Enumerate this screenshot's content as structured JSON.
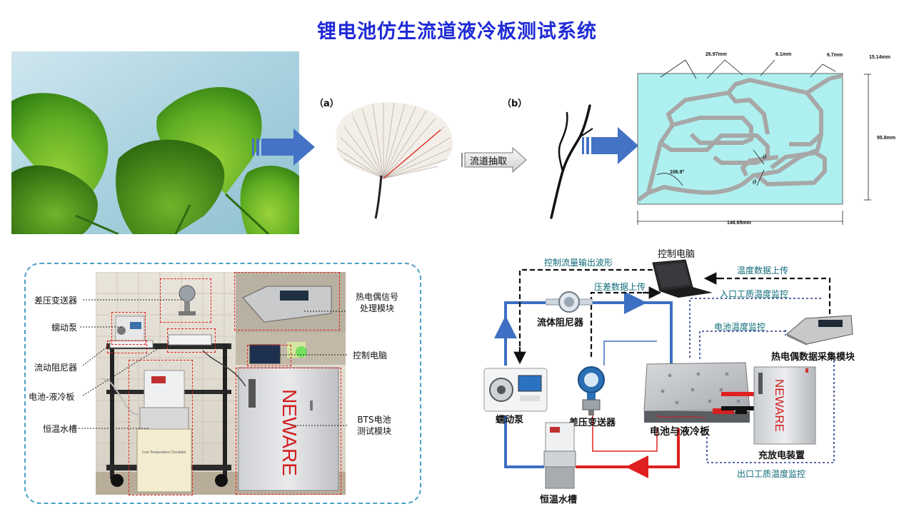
{
  "title": "锂电池仿生流道液冷板测试系统",
  "top_panel": {
    "label_a": "（a）",
    "label_b": "（b）",
    "extract_label": "流道抽取",
    "dimensions": {
      "d1": "26.97mm",
      "d2": "6.1mm",
      "d3": "6.7mm",
      "d4": "15.14mm",
      "height": "95.8mm",
      "width": "148.65mm",
      "angle": "106.9°",
      "theta1": "θ",
      "theta2": "θ"
    }
  },
  "photo_panel": {
    "left_labels": [
      "差压变送器",
      "蠕动泵",
      "流动阻尼器",
      "电池-液冷板",
      "恒温水槽"
    ],
    "right_labels": [
      "热电偶信号\n处理模块",
      "控制电脑",
      "BTS电池\n测试模块"
    ],
    "tester_brand": "NEWARE",
    "bath_tag": "Low Temperature Circulator"
  },
  "schematic": {
    "control_pc": "控制电脑",
    "control_flow_signal": "控制流量输出波形",
    "temp_upload": "温度数据上传",
    "pressure_upload": "压差数据上传",
    "inlet_monitor": "入口工质温度监控",
    "battery_monitor": "电池温度监控",
    "outlet_monitor": "出口工质温度监控",
    "fluid_damper": "流体阻尼器",
    "thermocouple_module": "热电偶数据采集模块",
    "pump": "蠕动泵",
    "pressure_transmitter": "差压变送器",
    "battery_plate": "电池与液冷板",
    "charger": "充放电装置",
    "bath": "恒温水槽",
    "charger_brand": "NEWARE"
  }
}
